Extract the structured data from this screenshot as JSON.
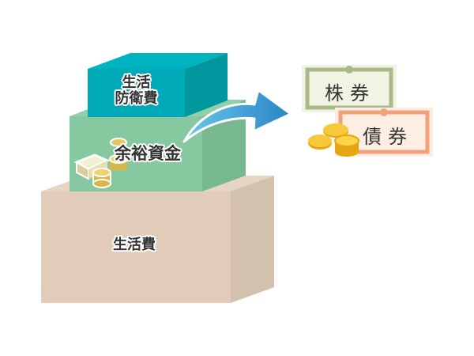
{
  "diagram": {
    "boxes": [
      {
        "id": "emergency",
        "label_line1": "生活",
        "label_line2": "防衛費",
        "color_front": "#00a9b8",
        "color_side": "#00979f",
        "color_top": "#00b3c0"
      },
      {
        "id": "surplus",
        "label": "余裕資金",
        "color_front": "#86c9a0",
        "color_side": "#78b891",
        "color_top": "#8fd0a9"
      },
      {
        "id": "living",
        "label": "生活費",
        "color_front": "#e0ccb8",
        "color_side": "#d3c0ad",
        "color_top": "#e6d5c3"
      }
    ],
    "arrow": {
      "color_start": "#5fc0e6",
      "color_end": "#2a86c8"
    },
    "certificates": [
      {
        "id": "stock",
        "label": "株券",
        "bg": "#f1f3e3",
        "border": "#a9b98a"
      },
      {
        "id": "bond",
        "label": "債券",
        "bg": "#fdeee4",
        "border": "#f1a27a"
      }
    ],
    "coin_color": "#f2b51e"
  }
}
